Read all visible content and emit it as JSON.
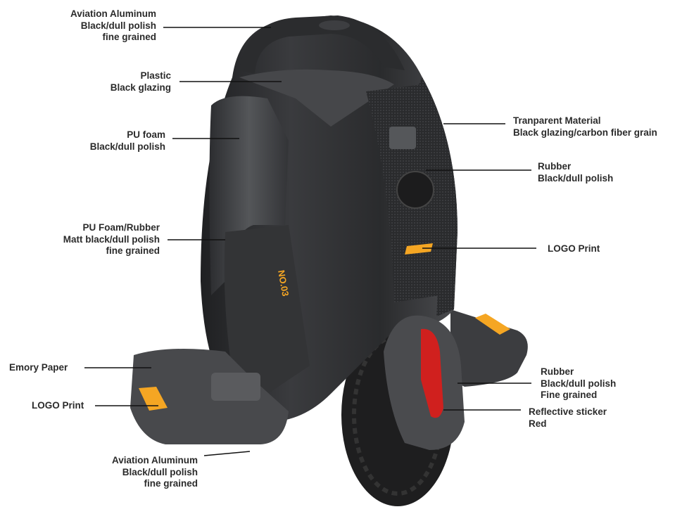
{
  "labels": {
    "handle": {
      "lines": [
        "Aviation Aluminum",
        "Black/dull polish",
        "fine grained"
      ]
    },
    "top_cover": {
      "lines": [
        "Plastic",
        "Black glazing"
      ]
    },
    "side_pad": {
      "lines": [
        "PU foam",
        "Black/dull polish"
      ]
    },
    "lower_pad": {
      "lines": [
        "PU Foam/Rubber",
        "Matt black/dull polish",
        "fine grained"
      ]
    },
    "pedal_surface": {
      "lines": [
        "Emory Paper"
      ]
    },
    "pedal_logo": {
      "lines": [
        "LOGO Print"
      ]
    },
    "pedal_bracket": {
      "lines": [
        "Aviation Aluminum",
        "Black/dull polish",
        "fine grained"
      ]
    },
    "shell": {
      "lines": [
        "Tranparent Material",
        "Black glazing/carbon fiber grain"
      ]
    },
    "front_panel": {
      "lines": [
        "Rubber",
        "Black/dull polish"
      ]
    },
    "front_logo": {
      "lines": [
        "LOGO Print"
      ]
    },
    "mudguard": {
      "lines": [
        "Rubber",
        "Black/dull polish",
        "Fine grained"
      ]
    },
    "reflector": {
      "lines": [
        "Reflective sticker",
        "Red"
      ]
    }
  },
  "product": {
    "model_mark": "NO.03"
  },
  "colors": {
    "body": "#2e2f31",
    "accent": "#f5a623",
    "reflector": "#d0201e",
    "text": "#2b2b2b"
  }
}
